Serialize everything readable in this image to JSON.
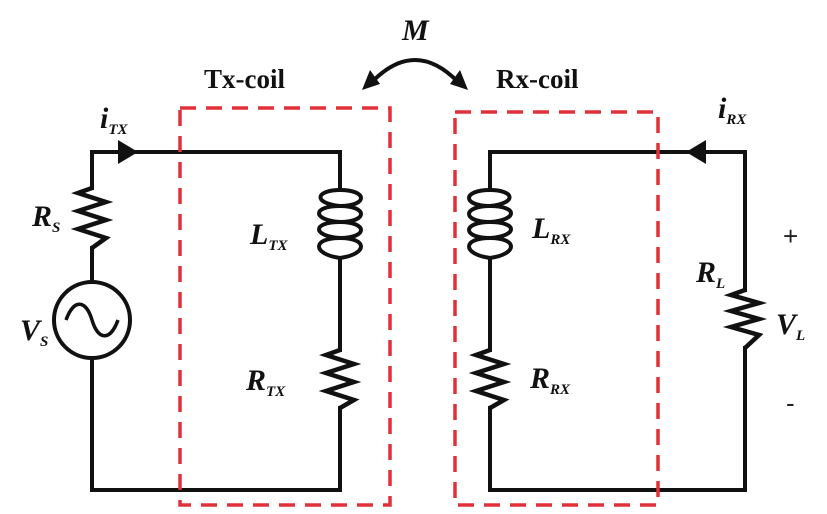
{
  "mutual": {
    "main": "M"
  },
  "tx_coil": {
    "title": "Tx-coil"
  },
  "rx_coil": {
    "title": "Rx-coil"
  },
  "i_tx": {
    "main": "i",
    "sub": "TX"
  },
  "i_rx": {
    "main": "i",
    "sub": "RX"
  },
  "r_s": {
    "main": "R",
    "sub": "S"
  },
  "v_s": {
    "main": "V",
    "sub": "S"
  },
  "l_tx": {
    "main": "L",
    "sub": "TX"
  },
  "r_tx": {
    "main": "R",
    "sub": "TX"
  },
  "l_rx": {
    "main": "L",
    "sub": "RX"
  },
  "r_rx": {
    "main": "R",
    "sub": "RX"
  },
  "r_l": {
    "main": "R",
    "sub": "L"
  },
  "v_l": {
    "main": "V",
    "sub": "L"
  },
  "polarity": {
    "plus": "+",
    "minus": "-"
  },
  "colors": {
    "coil_box": "#e0303a",
    "wire": "#111111"
  }
}
